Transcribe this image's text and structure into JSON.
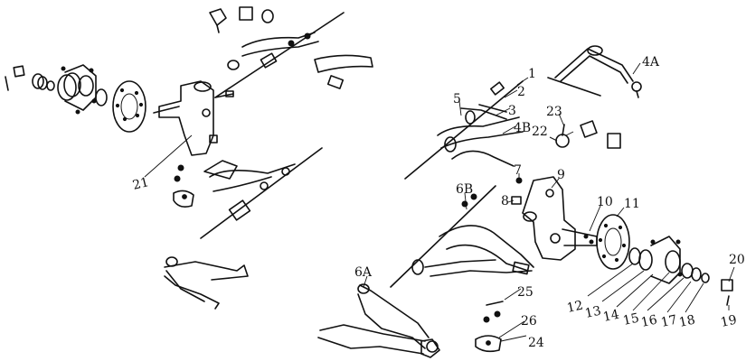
{
  "figure": {
    "type": "exploded-parts-diagram",
    "subject": "front suspension assembly"
  },
  "callouts": {
    "c1": "1",
    "c2": "2",
    "c3": "3",
    "c4A": "4A",
    "c4B": "4B",
    "c5": "5",
    "c6A": "6A",
    "c6B": "6B",
    "c7": "7",
    "c8": "8",
    "c9": "9",
    "c10": "10",
    "c11": "11",
    "c12": "12",
    "c13": "13",
    "c14": "14",
    "c15": "15",
    "c16": "16",
    "c17": "17",
    "c18": "18",
    "c19": "19",
    "c20": "20",
    "c21": "21",
    "c22": "22",
    "c23": "23",
    "c24": "24",
    "c25": "25",
    "c26": "26"
  }
}
